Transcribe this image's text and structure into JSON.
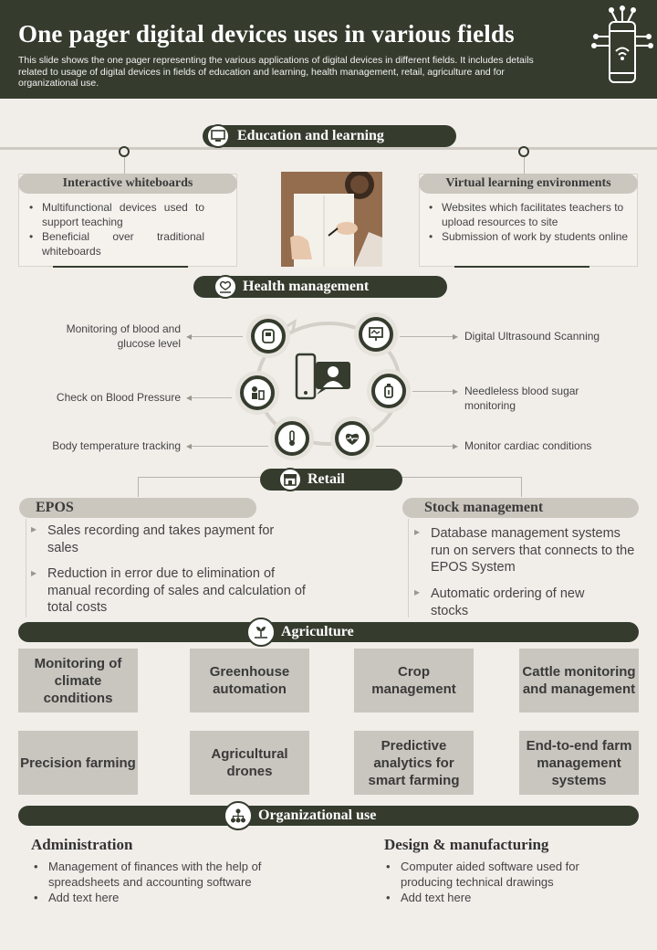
{
  "header": {
    "title": "One pager digital devices uses in various fields",
    "description": "This slide shows the one pager representing the various applications of digital devices in different fields. It includes details related to usage of digital devices in fields of education and learning, health management, retail, agriculture and for organizational use."
  },
  "education": {
    "title": "Education and learning",
    "left": {
      "title": "Interactive whiteboards",
      "items": [
        "Multifunctional devices used to support teaching",
        "Beneficial over traditional whiteboards"
      ]
    },
    "right": {
      "title": "Virtual learning environments",
      "items": [
        "Websites which facilitates teachers to upload resources to site",
        "Submission of work by students online"
      ]
    }
  },
  "health": {
    "title": "Health management",
    "left_items": [
      "Monitoring of blood and glucose level",
      "Check on Blood Pressure",
      "Body temperature tracking"
    ],
    "right_items": [
      "Digital Ultrasound Scanning",
      "Needleless blood sugar monitoring",
      "Monitor cardiac conditions"
    ]
  },
  "retail": {
    "title": "Retail",
    "left": {
      "title": "EPOS",
      "items": [
        "Sales recording and takes payment for sales",
        "Reduction in error due to elimination of manual recording of sales and calculation of total costs"
      ]
    },
    "right": {
      "title": "Stock management",
      "items": [
        "Database management systems run on servers that connects to the EPOS System",
        "Automatic ordering of new stocks"
      ]
    }
  },
  "agriculture": {
    "title": "Agriculture",
    "boxes": [
      "Monitoring of climate conditions",
      "Greenhouse automation",
      "Crop management",
      "Cattle monitoring and management",
      "Precision farming",
      "Agricultural drones",
      "Predictive analytics for smart farming",
      "End-to-end farm management systems"
    ]
  },
  "organizational": {
    "title": "Organizational use",
    "left": {
      "title": "Administration",
      "items": [
        "Management of finances with the help of spreadsheets and accounting software",
        "Add text here"
      ]
    },
    "right": {
      "title": "Design & manufacturing",
      "items": [
        "Computer aided software used for producing technical drawings",
        "Add text here"
      ]
    }
  },
  "colors": {
    "dark": "#353c2e",
    "light_pill": "#cbc7bf",
    "box": "#c9c6bf",
    "background": "#f1eeea"
  }
}
